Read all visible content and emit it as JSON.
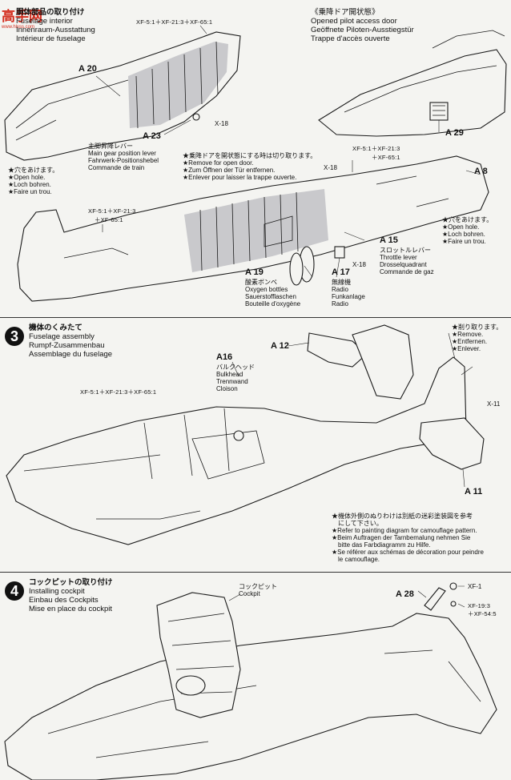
{
  "watermark": {
    "text": "高手网",
    "sub": "www.hlsss.com"
  },
  "section1": {
    "title": [
      "胴体部品の取り付け",
      "Fuselage interior",
      "Innenraum-Ausstattung",
      "Intérieur de fuselage"
    ],
    "door_title": [
      "《乗降ドア開状態》",
      "Opened pilot access door",
      "Geöffnete Piloten-Ausstiegstür",
      "Trappe d'accès ouverte"
    ],
    "paint_top": "XF-5:1＋XF-21:3＋XF-65:1",
    "paint_mid": [
      "XF-5:1＋XF-21:3",
      "＋XF-65:1"
    ],
    "paint_left": [
      "XF-5:1＋XF-21:3",
      "＋XF-65:1"
    ],
    "labels": {
      "a20": "A 20",
      "a23": "A 23",
      "a29": "A 29",
      "a8": "A 8",
      "a15": "A 15",
      "a19": "A 19",
      "a17": "A 17"
    },
    "x18": "X-18",
    "gear_lever": [
      "主脚昇降レバー",
      "Main gear position lever",
      "Fahrwerk-Positionshebel",
      "Commande de train"
    ],
    "hole_left": [
      "★穴をあけます。",
      "★Open hole.",
      "★Loch bohren.",
      "★Faire un trou."
    ],
    "hole_right": [
      "★穴をあけます。",
      "★Open hole.",
      "★Loch bohren.",
      "★Faire un trou."
    ],
    "door_note": [
      "★乗降ドアを開状態にする時は切り取ります。",
      "★Remove for open door.",
      "★Zum Öffnen der Tür entfernen.",
      "★Enlever pour laisser la trappe ouverte."
    ],
    "throttle": [
      "スロットルレバー",
      "Throttle lever",
      "Drosselquadrant",
      "Commande de gaz"
    ],
    "oxygen": [
      "酸素ボンベ",
      "Oxygen bottles",
      "Sauerstofflaschen",
      "Bouteille d'oxygène"
    ],
    "radio": [
      "無線機",
      "Radio",
      "Funkanlage",
      "Radio"
    ]
  },
  "section3": {
    "number": "3",
    "title": [
      "機体のくみたて",
      "Fuselage assembly",
      "Rumpf-Zusammenbau",
      "Assemblage du fuselage"
    ],
    "a16": "A16",
    "bulkhead": [
      "バルクヘッド",
      "Bulkhead",
      "Trennwand",
      "Cloison"
    ],
    "paint": "XF-5:1＋XF-21:3＋XF-65:1",
    "a12": "A 12",
    "a11": "A 11",
    "x11": "X-11",
    "remove": [
      "★削り取ります。",
      "★Remove.",
      "★Entfernen.",
      "★Enlever."
    ],
    "camo_note": [
      "★機体外側のぬりわけは別紙の迷彩塗装図を参考",
      "にして下さい。",
      "★Refer to painting diagram for camouflage pattern.",
      "★Beim Auftragen der Tarnbemalung nehmen Sie",
      "bitte das Farbdiagramm zu Hilfe.",
      "★Se référer aux schémas de décoration pour peindre",
      "le camouflage."
    ]
  },
  "section4": {
    "number": "4",
    "title": [
      "コックピットの取り付け",
      "Installing cockpit",
      "Einbau des Cockpits",
      "Mise en place du cockpit"
    ],
    "cockpit": [
      "コックピット",
      "Cockpit"
    ],
    "a28": "A 28",
    "xf1": "XF-1",
    "paint": [
      "XF-19:3",
      "＋XF-54:5"
    ]
  }
}
